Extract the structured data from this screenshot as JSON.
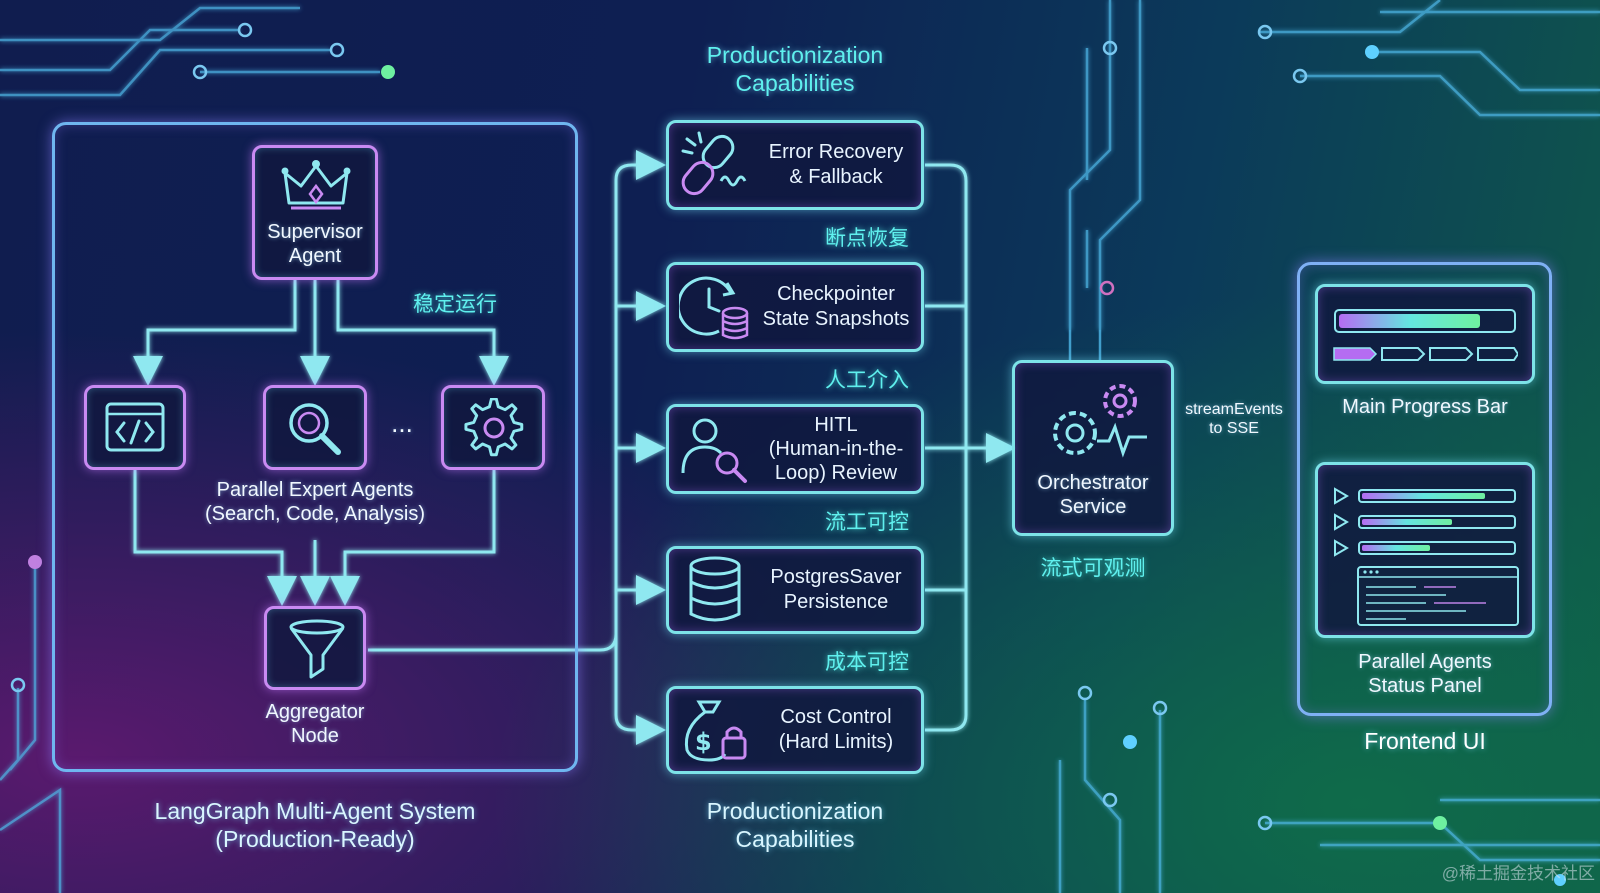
{
  "langgraph": {
    "title": "LangGraph Multi-Agent System",
    "subtitle": "(Production-Ready)",
    "supervisor": [
      "Supervisor",
      "Agent"
    ],
    "experts": [
      "Parallel Expert Agents",
      "(Search, Code, Analysis)"
    ],
    "ellipsis": "...",
    "aggregator": [
      "Aggregator",
      "Node"
    ],
    "edge_label": "稳定运行"
  },
  "production": {
    "title_top": [
      "Productionization",
      "Capabilities"
    ],
    "title_bottom": [
      "Productionization",
      "Capabilities"
    ],
    "items": [
      {
        "lines": [
          "Error Recovery",
          "& Fallback"
        ]
      },
      {
        "lines": [
          "Checkpointer",
          "State Snapshots"
        ]
      },
      {
        "lines": [
          "HITL",
          "(Human-in-the-",
          "Loop) Review"
        ]
      },
      {
        "lines": [
          "PostgresSaver",
          "Persistence"
        ]
      },
      {
        "lines": [
          "Cost Control",
          "(Hard Limits)"
        ]
      }
    ],
    "connectors": [
      "断点恢复",
      "人工介入",
      "流工可控",
      "成本可控"
    ]
  },
  "orchestrator": {
    "lines": [
      "Orchestrator",
      "Service"
    ],
    "caption": "流式可观测",
    "edge_label": [
      "streamEvents",
      "to SSE"
    ]
  },
  "frontend": {
    "title": "Frontend UI",
    "progress_label": "Main Progress Bar",
    "progress_fraction": 0.82,
    "status_label": [
      "Parallel Agents",
      "Status Panel"
    ],
    "status_bars": [
      0.82,
      0.6,
      0.45
    ]
  },
  "watermark": "@稀土掘金技术社区",
  "colors": {
    "cyan": "#7de3e8",
    "purple": "#c98af2",
    "green": "#5ff0ee"
  }
}
